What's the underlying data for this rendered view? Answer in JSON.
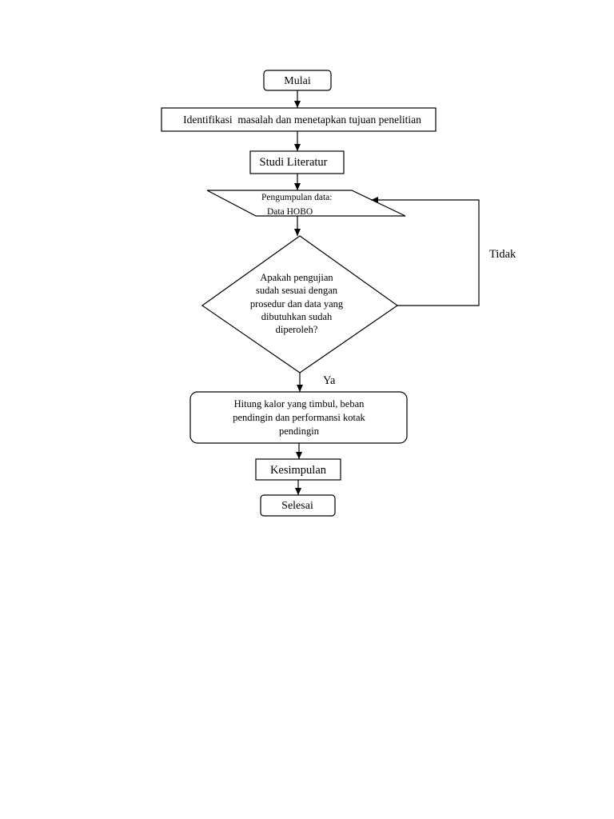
{
  "flowchart": {
    "start": "Mulai",
    "identify": "Identifikasi  masalah dan menetapkan tujuan penelitian",
    "literature": "Studi Literatur",
    "data_collection": {
      "line1": "Pengumpulan data:",
      "line2": "Data HOBO"
    },
    "decision": {
      "line1": "Apakah pengujian",
      "line2": "sudah sesuai dengan",
      "line3": "prosedur dan data yang",
      "line4": "dibutuhkan sudah",
      "line5": "diperoleh?"
    },
    "no_label": "Tidak",
    "yes_label": "Ya",
    "calculate": {
      "line1": "Hitung kalor yang timbul, beban",
      "line2": "pendingin dan performansi kotak",
      "line3": "pendingin"
    },
    "conclusion": "Kesimpulan",
    "end": "Selesai"
  }
}
